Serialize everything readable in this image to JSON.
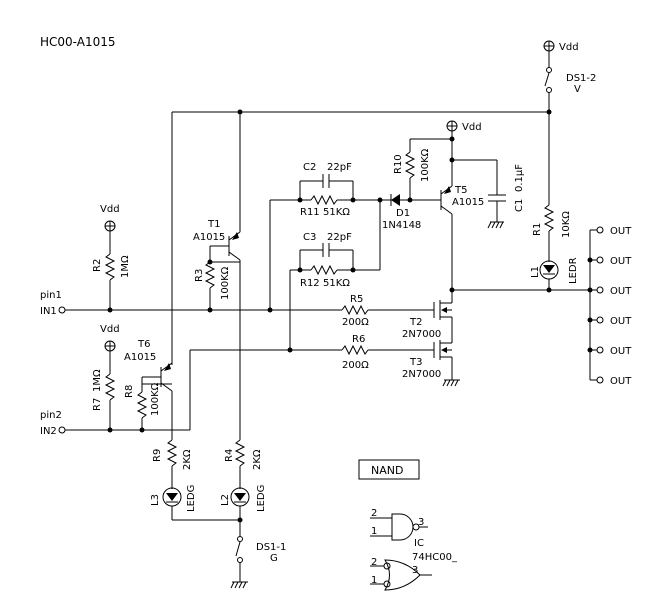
{
  "title": "HC00-A1015",
  "power": {
    "vdd": "Vdd"
  },
  "pins": {
    "pin1": "pin1",
    "in1": "IN1",
    "pin2": "pin2",
    "in2": "IN2"
  },
  "switches": {
    "ds1_2": {
      "name": "DS1-2",
      "sub": "V"
    },
    "ds1_1": {
      "name": "DS1-1",
      "sub": "G"
    }
  },
  "transistors": {
    "t1": {
      "ref": "T1",
      "part": "A1015"
    },
    "t5": {
      "ref": "T5",
      "part": "A1015"
    },
    "t6": {
      "ref": "T6",
      "part": "A1015"
    },
    "t2": {
      "ref": "T2",
      "part": "2N7000"
    },
    "t3": {
      "ref": "T3",
      "part": "2N7000"
    }
  },
  "resistors": {
    "r1": {
      "ref": "R1",
      "value": "10KΩ"
    },
    "r2": {
      "ref": "R2",
      "value": "1MΩ"
    },
    "r3": {
      "ref": "R3",
      "value": "100KΩ"
    },
    "r4": {
      "ref": "R4",
      "value": "2KΩ"
    },
    "r5": {
      "ref": "R5",
      "value": "200Ω"
    },
    "r6": {
      "ref": "R6",
      "value": "200Ω"
    },
    "r7": {
      "ref": "R7",
      "value": "1MΩ"
    },
    "r8": {
      "ref": "R8",
      "value": "100KΩ"
    },
    "r9": {
      "ref": "R9",
      "value": "2KΩ"
    },
    "r10": {
      "ref": "R10",
      "value": "100KΩ"
    },
    "r11": {
      "ref": "R11",
      "value": "51KΩ"
    },
    "r12": {
      "ref": "R12",
      "value": "51KΩ"
    }
  },
  "capacitors": {
    "c1": {
      "ref": "C1",
      "value": "0.1μF"
    },
    "c2": {
      "ref": "C2",
      "value": "22pF"
    },
    "c3": {
      "ref": "C3",
      "value": "22pF"
    }
  },
  "diode": {
    "ref": "D1",
    "part": "1N4148"
  },
  "leds": {
    "l1": {
      "ref": "L1",
      "part": "LEDR"
    },
    "l2": {
      "ref": "L2",
      "part": "LEDG"
    },
    "l3": {
      "ref": "L3",
      "part": "LEDG"
    }
  },
  "outputs": [
    "OUT",
    "OUT",
    "OUT",
    "OUT",
    "OUT",
    "OUT"
  ],
  "nand_box": "NAND",
  "gate": {
    "pin_a": "2",
    "pin_b": "1",
    "pin_out": "3",
    "ic_label": "IC",
    "ic_part": "74HC00_"
  }
}
